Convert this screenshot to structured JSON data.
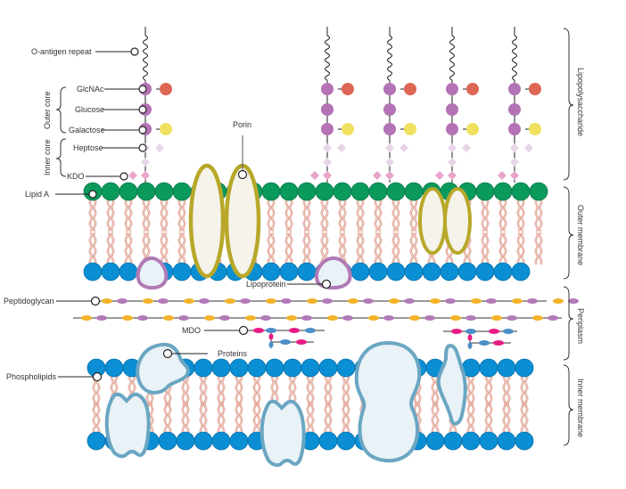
{
  "title": "Gram-negative bacterial cell envelope",
  "labels": {
    "o_antigen": "O-antigen repeat",
    "glcnac": "GlcNAc",
    "glucose": "Glucose",
    "galactose": "Galactose",
    "heptose": "Heptose",
    "kdo": "KDO",
    "lipid_a": "Lipid A",
    "porin": "Porin",
    "lipoprotein": "Lipoprotein",
    "peptidoglycan": "Peptidoglycan",
    "mdo": "MDO",
    "proteins": "Proteins",
    "phospholipids": "Phospholipids"
  },
  "groups": {
    "outer_core": "Outer core",
    "inner_core": "Inner core"
  },
  "regions": {
    "lipopolysaccharide": "Lipopolysaccharide",
    "outer_membrane": "Outer membrane",
    "periplasm": "Periplasm",
    "inner_membrane": "Inner membrane"
  },
  "colors": {
    "lipid_a_head": "#0a9a5c",
    "phospholipid_head": "#0a8fd4",
    "lipid_tail": "#e3a89a",
    "porin_outline": "#b8a82a",
    "porin_fill": "#f5f3ea",
    "lipoprotein_outline": "#b07ab5",
    "protein_outline": "#6aa6c2",
    "protein_fill": "#e8f2f7",
    "glcnac_branch": "#dd6655",
    "core_sugar": "#b473b4",
    "galactose_branch": "#f0e060",
    "heptose": "#e6d6e8",
    "kdo": "#e8a6cc",
    "pg_nag": "#f2b32a",
    "pg_nam": "#b27ab8",
    "mdo_pink": "#e81c84",
    "mdo_blue": "#4b8fc7"
  }
}
